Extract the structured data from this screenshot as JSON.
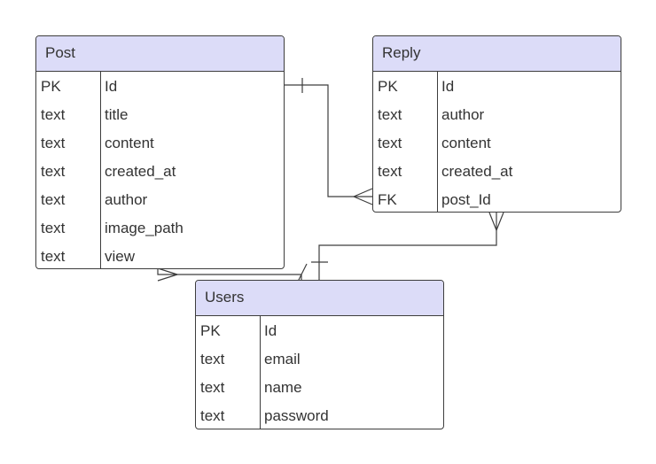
{
  "entities": {
    "post": {
      "title": "Post",
      "fields": [
        {
          "type": "PK",
          "name": "Id"
        },
        {
          "type": "text",
          "name": "title"
        },
        {
          "type": "text",
          "name": "content"
        },
        {
          "type": "text",
          "name": "created_at"
        },
        {
          "type": "text",
          "name": "author"
        },
        {
          "type": "text",
          "name": "image_path"
        },
        {
          "type": "text",
          "name": "view"
        }
      ]
    },
    "reply": {
      "title": "Reply",
      "fields": [
        {
          "type": "PK",
          "name": "Id"
        },
        {
          "type": "text",
          "name": "author"
        },
        {
          "type": "text",
          "name": "content"
        },
        {
          "type": "text",
          "name": "created_at"
        },
        {
          "type": "FK",
          "name": "post_Id"
        }
      ]
    },
    "users": {
      "title": "Users",
      "fields": [
        {
          "type": "PK",
          "name": "Id"
        },
        {
          "type": "text",
          "name": "email"
        },
        {
          "type": "text",
          "name": "name"
        },
        {
          "type": "text",
          "name": "password"
        }
      ]
    }
  },
  "relationships": [
    {
      "from": "post.Id",
      "to": "reply.post_Id",
      "from_cardinality": "one",
      "to_cardinality": "many"
    },
    {
      "from": "users",
      "to": "reply",
      "from_cardinality": "one",
      "to_cardinality": "many"
    },
    {
      "from": "users",
      "to": "post",
      "from_cardinality": "one",
      "to_cardinality": "many"
    }
  ],
  "colors": {
    "header_fill": "#dcdcf8",
    "border": "#3d3d3d",
    "line": "#3d3d3d",
    "text": "#333333"
  }
}
